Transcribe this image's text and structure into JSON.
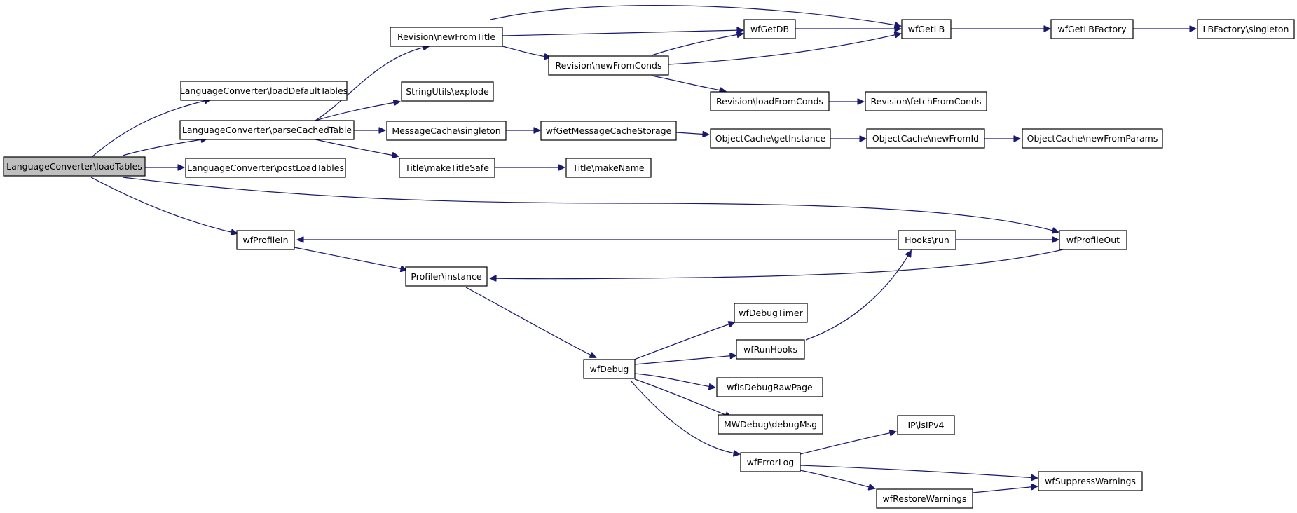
{
  "colors": {
    "edge": "#191970",
    "root_fill": "#bfbfbf",
    "node_fill": "#ffffff",
    "node_stroke": "#000000"
  },
  "nodes": {
    "loadTables": "LanguageConverter\\loadTables",
    "loadDefaultTables": "LanguageConverter\\loadDefaultTables",
    "parseCachedTable": "LanguageConverter\\parseCachedTable",
    "postLoadTables": "LanguageConverter\\postLoadTables",
    "wfProfileIn": "wfProfileIn",
    "revisionNewFromTitle": "Revision\\newFromTitle",
    "stringUtilsExplode": "StringUtils\\explode",
    "messageCacheSingleton": "MessageCache\\singleton",
    "titleMakeTitleSafe": "Title\\makeTitleSafe",
    "profilerInstance": "Profiler\\instance",
    "revisionNewFromConds": "Revision\\newFromConds",
    "wfGetMessageCacheStorage": "wfGetMessageCacheStorage",
    "titleMakeName": "Title\\makeName",
    "wfDebug": "wfDebug",
    "wfGetDB": "wfGetDB",
    "revisionLoadFromConds": "Revision\\loadFromConds",
    "objectCacheGetInstance": "ObjectCache\\getInstance",
    "wfDebugTimer": "wfDebugTimer",
    "wfRunHooks": "wfRunHooks",
    "wfIsDebugRawPage": "wfIsDebugRawPage",
    "mwDebugDebugMsg": "MWDebug\\debugMsg",
    "wfErrorLog": "wfErrorLog",
    "wfGetLB": "wfGetLB",
    "revisionFetchFromConds": "Revision\\fetchFromConds",
    "objectCacheNewFromId": "ObjectCache\\newFromId",
    "hooksRun": "Hooks\\run",
    "ipIsIPv4": "IP\\isIPv4",
    "wfRestoreWarnings": "wfRestoreWarnings",
    "wfGetLBFactory": "wfGetLBFactory",
    "objectCacheNewFromParams": "ObjectCache\\newFromParams",
    "wfProfileOut": "wfProfileOut",
    "wfSuppressWarnings": "wfSuppressWarnings",
    "lbFactorySingleton": "LBFactory\\singleton"
  }
}
